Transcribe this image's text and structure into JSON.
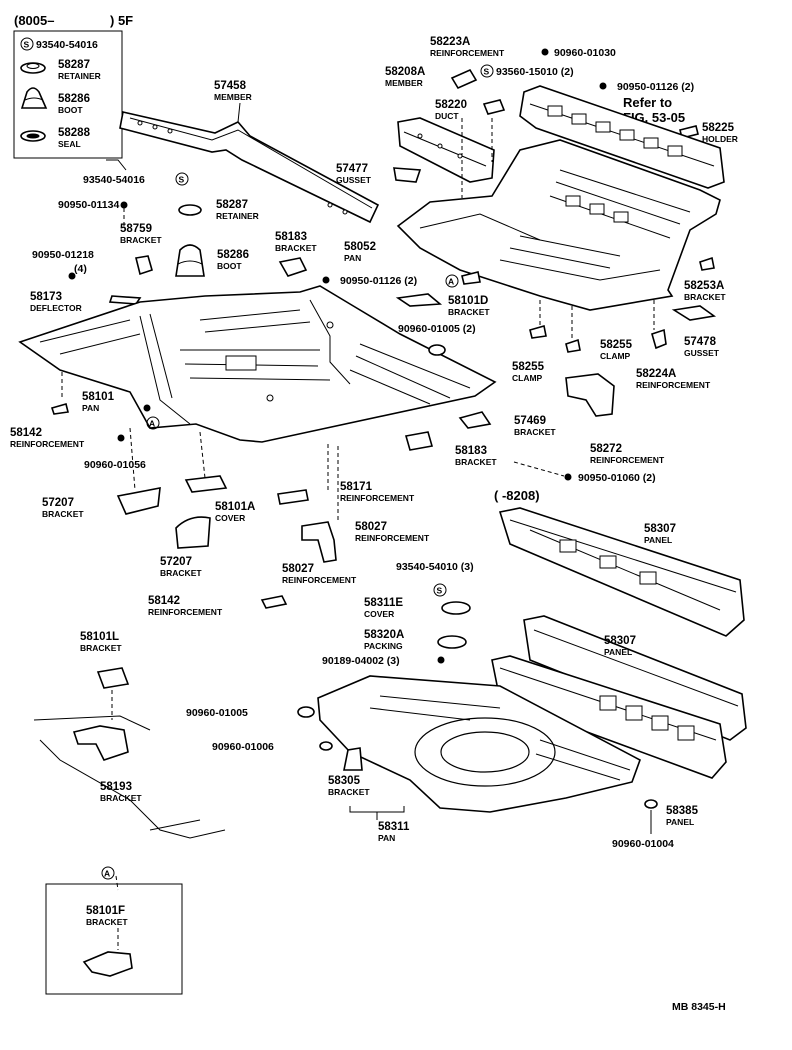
{
  "header": {
    "range_left": "(8005–",
    "range_right": ") 5F"
  },
  "legend": {
    "items": [
      {
        "code": "93540-54016"
      },
      {
        "number": "58287",
        "name": "RETAINER"
      },
      {
        "number": "58286",
        "name": "BOOT"
      },
      {
        "number": "58288",
        "name": "SEAL"
      }
    ]
  },
  "labels": {
    "m57458": {
      "number": "57458",
      "name": "MEMBER"
    },
    "c93540_54016": "93540-54016",
    "r58287": {
      "number": "58287",
      "name": "RETAINER"
    },
    "c90950_01134": "90950-01134",
    "b58759": {
      "number": "58759",
      "name": "BRACKET"
    },
    "c90950_01218": "90950-01218",
    "q4": "(4)",
    "bt58286": {
      "number": "58286",
      "name": "BOOT"
    },
    "b58183a": {
      "number": "58183",
      "name": "BRACKET"
    },
    "d58173": {
      "number": "58173",
      "name": "DEFLECTOR"
    },
    "p58101": {
      "number": "58101",
      "name": "PAN"
    },
    "r58142a": {
      "number": "58142",
      "name": "REINFORCEMENT"
    },
    "c90960_01056": "90960-01056",
    "b57207a": {
      "number": "57207",
      "name": "BRACKET"
    },
    "cv58101a": {
      "number": "58101A",
      "name": "COVER"
    },
    "b57207b": {
      "number": "57207",
      "name": "BRACKET"
    },
    "r58171": {
      "number": "58171",
      "name": "REINFORCEMENT"
    },
    "r58027a": {
      "number": "58027",
      "name": "REINFORCEMENT"
    },
    "r58027b": {
      "number": "58027",
      "name": "REINFORCEMENT"
    },
    "r58142b": {
      "number": "58142",
      "name": "REINFORCEMENT"
    },
    "b58101l": {
      "number": "58101L",
      "name": "BRACKET"
    },
    "b58193": {
      "number": "58193",
      "name": "BRACKET"
    },
    "b58101f": {
      "number": "58101F",
      "name": "BRACKET"
    },
    "r58223a": {
      "number": "58223A",
      "name": "REINFORCEMENT"
    },
    "c90960_01030": "90960-01030",
    "m58208a": {
      "number": "58208A",
      "name": "MEMBER"
    },
    "c93560_15010": "93560-15010 (2)",
    "c90950_01126a": "90950-01126 (2)",
    "refer1": "Refer to",
    "refer2": "FIG. 53-05",
    "h58225": {
      "number": "58225",
      "name": "HOLDER"
    },
    "d58220": {
      "number": "58220",
      "name": "DUCT"
    },
    "g57477": {
      "number": "57477",
      "name": "GUSSET"
    },
    "p58052": {
      "number": "58052",
      "name": "PAN"
    },
    "c90950_01126b": "90950-01126 (2)",
    "b58253a": {
      "number": "58253A",
      "name": "BRACKET"
    },
    "b58101d": {
      "number": "58101D",
      "name": "BRACKET"
    },
    "c90960_01005a": "90960-01005 (2)",
    "g57478": {
      "number": "57478",
      "name": "GUSSET"
    },
    "cl58255a": {
      "number": "58255",
      "name": "CLAMP"
    },
    "cl58255b": {
      "number": "58255",
      "name": "CLAMP"
    },
    "r58224a": {
      "number": "58224A",
      "name": "REINFORCEMENT"
    },
    "b57469": {
      "number": "57469",
      "name": "BRACKET"
    },
    "b58183b": {
      "number": "58183",
      "name": "BRACKET"
    },
    "r58272": {
      "number": "58272",
      "name": "REINFORCEMENT"
    },
    "c90950_01060": "90950-01060 (2)",
    "range8208": "(          -8208)",
    "pn58307a": {
      "number": "58307",
      "name": "PANEL"
    },
    "c93540_54010": "93540-54010 (3)",
    "cv58311e": {
      "number": "58311E",
      "name": "COVER"
    },
    "pk58320a": {
      "number": "58320A",
      "name": "PACKING"
    },
    "c90189_04002": "90189-04002 (3)",
    "pn58307b": {
      "number": "58307",
      "name": "PANEL"
    },
    "c90960_01005b": "90960-01005",
    "c90960_01006": "90960-01006",
    "b58305": {
      "number": "58305",
      "name": "BRACKET"
    },
    "p58311": {
      "number": "58311",
      "name": "PAN"
    },
    "pn58385": {
      "number": "58385",
      "name": "PANEL"
    },
    "c90960_01004": "90960-01004"
  },
  "callouts": {
    "s": "S",
    "a": "A"
  },
  "footer": {
    "code": "MB  8345-H"
  }
}
